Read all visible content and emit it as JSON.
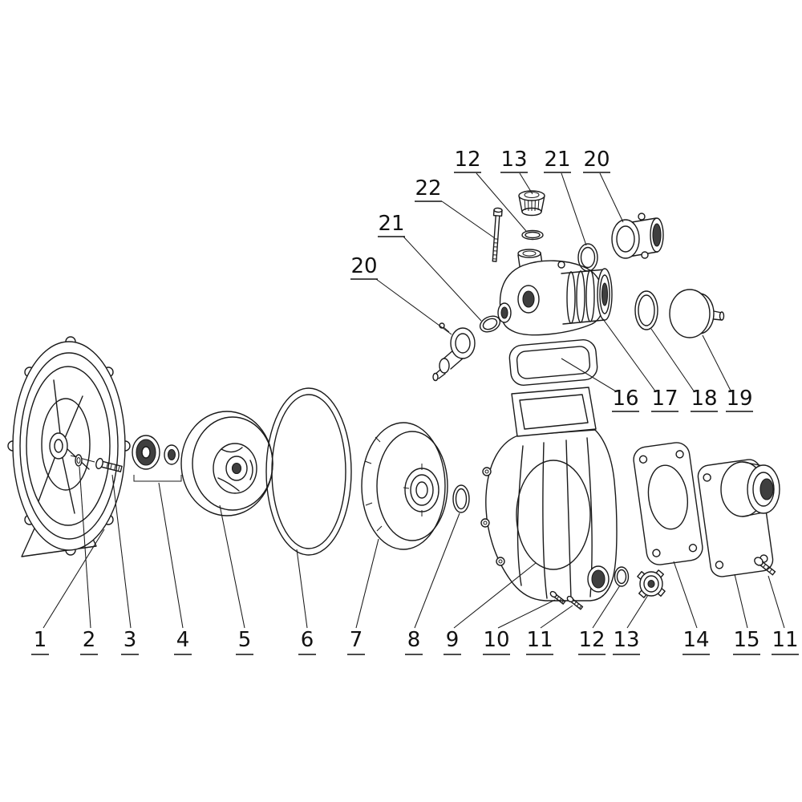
{
  "figure": {
    "type": "exploded-parts-diagram",
    "subject": "Centrifugal water pump exploded view line drawing",
    "background_color": "#ffffff",
    "line_color": "#1a1a1a",
    "dark_fill_color": "#3f3f3f"
  },
  "callouts": {
    "top_row": [
      "12",
      "13",
      "21",
      "20"
    ],
    "upper_left": [
      "22",
      "21",
      "20"
    ],
    "mid_right": [
      "16",
      "17",
      "18",
      "19"
    ],
    "bottom_row": [
      "1",
      "2",
      "3",
      "4",
      "5",
      "6",
      "7",
      "8",
      "9",
      "10",
      "11",
      "12",
      "13",
      "14",
      "15",
      "11"
    ]
  }
}
